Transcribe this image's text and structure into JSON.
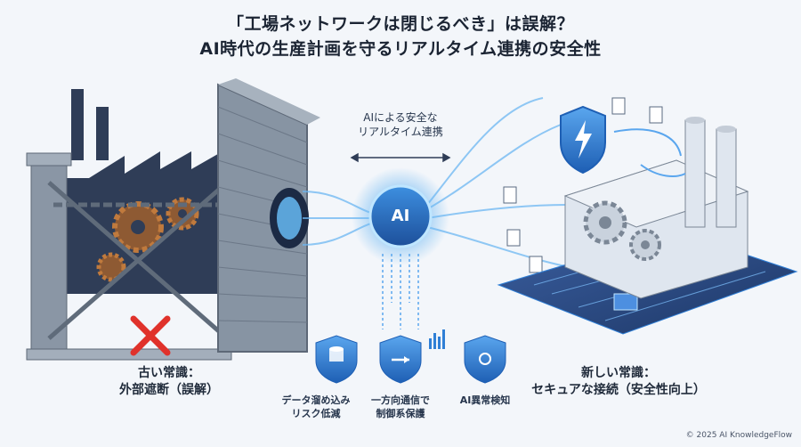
{
  "title": {
    "line1": "「工場ネットワークは閉じるべき」は誤解？",
    "line2": "AI時代の生産計画を守るリアルタイム連携の安全性"
  },
  "flow_label": {
    "line1": "AIによる安全な",
    "line2": "リアルタイム連携"
  },
  "ai_core_text": "AI",
  "old_common_sense": {
    "line1": "古い常識：",
    "line2": "外部遮断（誤解）"
  },
  "new_common_sense": {
    "line1": "新しい常識：",
    "line2": "セキュアな接続（安全性向上）"
  },
  "features": [
    {
      "line1": "データ溜め込み",
      "line2": "リスク低減",
      "icon": "database-shield-icon"
    },
    {
      "line1": "一方向通信で",
      "line2": "制御系保護",
      "icon": "arrow-shield-icon"
    },
    {
      "line1": "AI異常検知",
      "line2": "",
      "icon": "sun-shield-icon"
    }
  ],
  "copyright": "© 2025 AI KnowledgeFlow",
  "colors": {
    "accent": "#2f7fd6",
    "wall": "#7b8796",
    "danger": "#e0322b",
    "rust": "#b8672f",
    "factory_dark": "#2f3d57"
  }
}
